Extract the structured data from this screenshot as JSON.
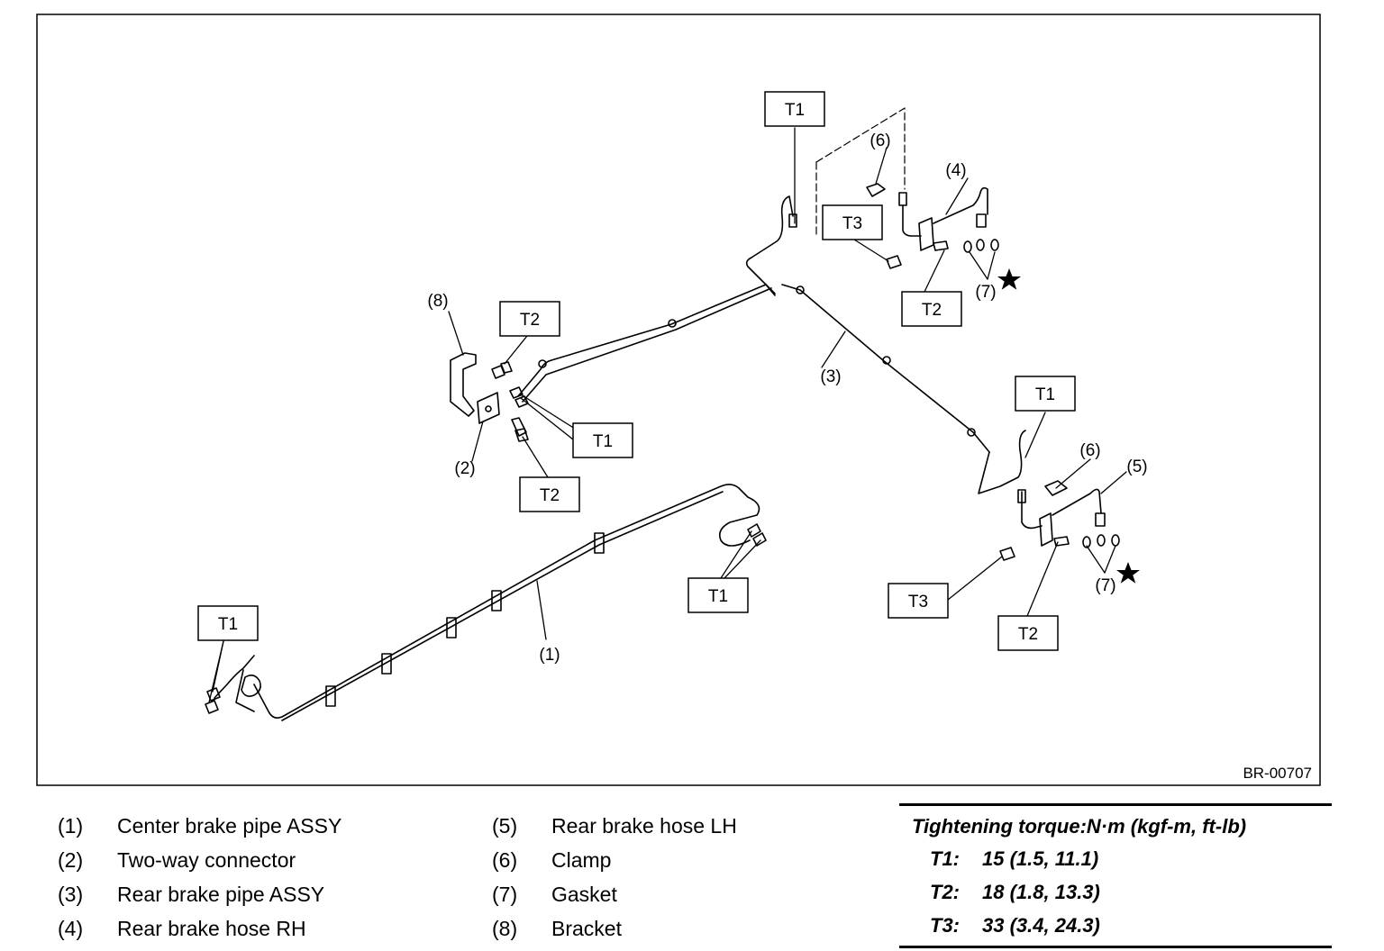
{
  "figure": {
    "id": "BR-00707",
    "callouts": [
      "(1)",
      "(2)",
      "(3)",
      "(4)",
      "(5)",
      "(6)",
      "(7)",
      "(8)"
    ],
    "torque_keys": [
      "T1",
      "T2",
      "T3"
    ]
  },
  "legend": {
    "left": [
      {
        "num": "(1)",
        "text": "Center brake pipe ASSY"
      },
      {
        "num": "(2)",
        "text": "Two-way connector"
      },
      {
        "num": "(3)",
        "text": "Rear brake pipe ASSY"
      },
      {
        "num": "(4)",
        "text": "Rear brake hose RH"
      }
    ],
    "right": [
      {
        "num": "(5)",
        "text": "Rear brake hose LH"
      },
      {
        "num": "(6)",
        "text": "Clamp"
      },
      {
        "num": "(7)",
        "text": "Gasket"
      },
      {
        "num": "(8)",
        "text": "Bracket"
      }
    ]
  },
  "torque": {
    "title": "Tightening torque:N·m (kgf-m, ft-lb)",
    "rows": [
      {
        "key": "T1:",
        "value": "15 (1.5, 11.1)"
      },
      {
        "key": "T2:",
        "value": "18 (1.8, 13.3)"
      },
      {
        "key": "T3:",
        "value": "33 (3.4, 24.3)"
      }
    ]
  }
}
